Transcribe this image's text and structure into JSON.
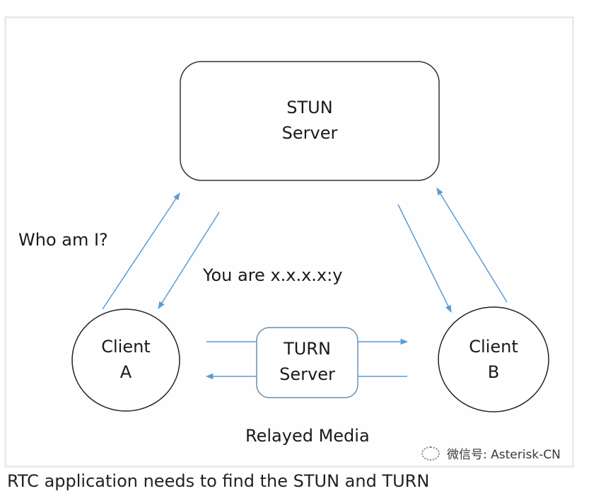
{
  "diagram": {
    "title": "STUN and TURN server roles in WebRTC",
    "nodes": {
      "stun": {
        "line1": "STUN",
        "line2": "Server"
      },
      "turn": {
        "line1": "TURN",
        "line2": "Server"
      },
      "client_a": {
        "line1": "Client",
        "line2": "A"
      },
      "client_b": {
        "line1": "Client",
        "line2": "B"
      }
    },
    "labels": {
      "who_am_i": "Who am I?",
      "you_are": "You are x.x.x.x:y",
      "relayed_media": "Relayed Media"
    },
    "edges": [
      {
        "from": "client_a",
        "to": "stun",
        "meaning": "Who am I?"
      },
      {
        "from": "stun",
        "to": "client_a",
        "meaning": "You are x.x.x.x:y"
      },
      {
        "from": "stun",
        "to": "client_b"
      },
      {
        "from": "client_b",
        "to": "stun"
      },
      {
        "from": "client_a",
        "to": "client_b",
        "via": "turn"
      },
      {
        "from": "client_b",
        "to": "client_a",
        "via": "turn"
      }
    ],
    "colors": {
      "arrow": "#5b9bd5",
      "outline": "#333333",
      "turn_outline": "#6a8fb0"
    }
  },
  "watermark": {
    "text": "微信号: Asterisk-CN",
    "icon": "wechat-icon"
  },
  "caption": {
    "text": "RTC application needs to find the STUN and TURN"
  }
}
